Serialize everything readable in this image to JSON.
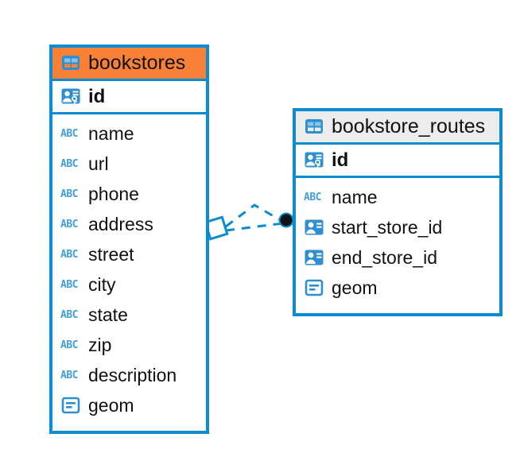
{
  "diagram": {
    "type": "entity-relationship-diagram",
    "background": "#ffffff",
    "accent_color": "#0b8cd0",
    "highlight_color": "#f98137",
    "header_plain_color": "#ececec"
  },
  "entities": [
    {
      "name": "bookstores",
      "title": "bookstores",
      "header_style": "accent",
      "table_icon": "table-icon",
      "primary_key": {
        "label": "id",
        "icon": "primary-key-icon"
      },
      "fields": [
        {
          "label": "name",
          "icon": "abc-text-icon",
          "icon_label": "ABC"
        },
        {
          "label": "url",
          "icon": "abc-text-icon",
          "icon_label": "ABC"
        },
        {
          "label": "phone",
          "icon": "abc-text-icon",
          "icon_label": "ABC"
        },
        {
          "label": "address",
          "icon": "abc-text-icon",
          "icon_label": "ABC"
        },
        {
          "label": "street",
          "icon": "abc-text-icon",
          "icon_label": "ABC"
        },
        {
          "label": "city",
          "icon": "abc-text-icon",
          "icon_label": "ABC"
        },
        {
          "label": "state",
          "icon": "abc-text-icon",
          "icon_label": "ABC"
        },
        {
          "label": "zip",
          "icon": "abc-text-icon",
          "icon_label": "ABC"
        },
        {
          "label": "description",
          "icon": "abc-text-icon",
          "icon_label": "ABC"
        },
        {
          "label": "geom",
          "icon": "geometry-icon"
        }
      ]
    },
    {
      "name": "bookstore_routes",
      "title": "bookstore_routes",
      "header_style": "plain",
      "table_icon": "table-icon",
      "primary_key": {
        "label": "id",
        "icon": "primary-key-icon"
      },
      "fields": [
        {
          "label": "name",
          "icon": "abc-text-icon",
          "icon_label": "ABC"
        },
        {
          "label": "start_store_id",
          "icon": "foreign-key-icon"
        },
        {
          "label": "end_store_id",
          "icon": "foreign-key-icon"
        },
        {
          "label": "geom",
          "icon": "geometry-icon"
        }
      ]
    }
  ],
  "relationship": {
    "source_entity": "bookstores",
    "target_entity": "bookstore_routes",
    "source_marker": "rhombus-marker",
    "target_marker": "filled-circle-marker",
    "line_style": "dashed",
    "line_color": "#0b8cd0",
    "connector_count": 2
  }
}
